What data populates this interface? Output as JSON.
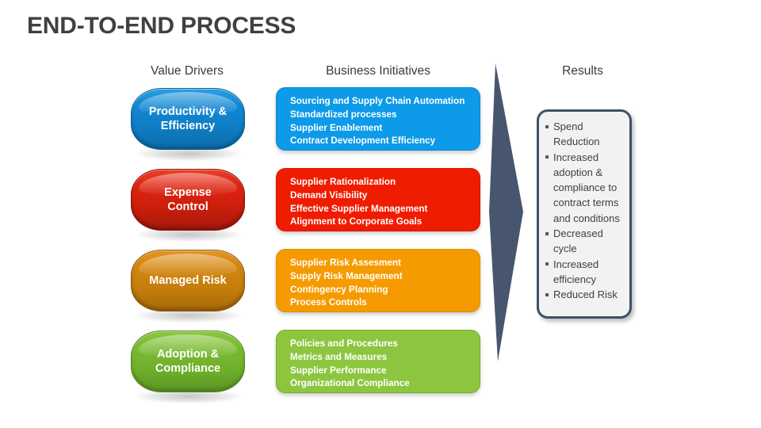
{
  "slide": {
    "title": "END-TO-END PROCESS",
    "background_color": "#ffffff",
    "title_color": "#404040"
  },
  "columns": {
    "value_drivers_heading": "Value Drivers",
    "business_initiatives_heading": "Business Initiatives",
    "results_heading": "Results"
  },
  "rows": [
    {
      "driver": "Productivity & Efficiency",
      "driver_line1": "Productivity &",
      "driver_line2": "Efficiency",
      "color": "#0d9ae8",
      "initiatives": [
        "Sourcing and Supply Chain Automation",
        "Standardized processes",
        "Supplier Enablement",
        "Contract Development Efficiency"
      ]
    },
    {
      "driver": "Expense Control",
      "driver_line1": "Expense",
      "driver_line2": "Control",
      "color": "#f01c00",
      "initiatives": [
        "Supplier Rationalization",
        "Demand Visibility",
        "Effective Supplier Management",
        "Alignment to Corporate Goals"
      ]
    },
    {
      "driver": "Managed Risk",
      "driver_line1": "Managed Risk",
      "driver_line2": "",
      "color": "#f59b00",
      "initiatives": [
        "Supplier Risk Assesment",
        "Supply Risk Management",
        "Contingency Planning",
        "Process Controls"
      ]
    },
    {
      "driver": "Adoption & Compliance",
      "driver_line1": "Adoption &",
      "driver_line2": "Compliance",
      "color": "#8cc63f",
      "initiatives": [
        "Policies and Procedures",
        "Metrics and Measures",
        "Supplier Performance",
        "Organizational Compliance"
      ]
    }
  ],
  "arrow": {
    "name": "right-pointing-arrow",
    "color": "#47566e"
  },
  "results": {
    "border_color": "#3e5068",
    "background_color": "#f2f2f2",
    "items": [
      "Spend Reduction",
      "Increased adoption & compliance to contract terms and conditions",
      "Decreased cycle",
      "Increased efficiency",
      "Reduced Risk"
    ]
  }
}
